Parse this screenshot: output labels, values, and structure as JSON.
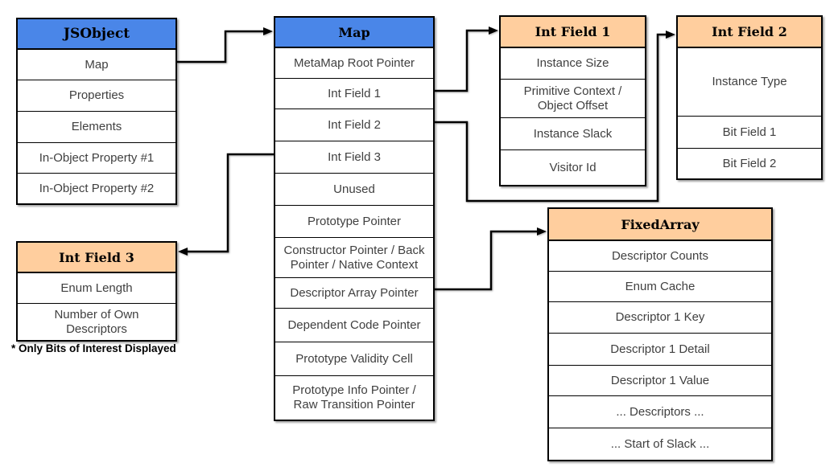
{
  "diagram": {
    "note": "* Only Bits of Interest Displayed",
    "colors": {
      "blue_header": "#4A86E8",
      "orange_header": "#FFCE9E",
      "border": "#000000",
      "row_text": "#404040",
      "background": "#FFFFFF"
    },
    "tables": [
      {
        "id": "jsobject",
        "title": "JSObject",
        "header_style": "blue",
        "rows": [
          "Map",
          "Properties",
          "Elements",
          "In-Object Property #1",
          "In-Object Property #2"
        ]
      },
      {
        "id": "map",
        "title": "Map",
        "header_style": "blue",
        "rows": [
          "MetaMap Root Pointer",
          "Int Field 1",
          "Int Field 2",
          "Int Field 3",
          "Unused",
          "Prototype Pointer",
          "Constructor Pointer / Back Pointer / Native Context",
          "Descriptor Array Pointer",
          "Dependent Code Pointer",
          "Prototype Validity Cell",
          "Prototype Info Pointer / Raw Transition Pointer"
        ]
      },
      {
        "id": "int-field-1",
        "title": "Int Field 1",
        "header_style": "orange",
        "rows": [
          "Instance Size",
          "Primitive Context / Object Offset",
          "Instance Slack",
          "Visitor Id"
        ]
      },
      {
        "id": "int-field-2",
        "title": "Int Field 2",
        "header_style": "orange",
        "rows": [
          "Instance Type",
          "Bit Field 1",
          "Bit Field 2"
        ]
      },
      {
        "id": "int-field-3",
        "title": "Int Field 3",
        "header_style": "orange",
        "rows": [
          "Enum Length",
          "Number of Own Descriptors"
        ]
      },
      {
        "id": "fixedarray",
        "title": "FixedArray",
        "header_style": "orange",
        "rows": [
          "Descriptor Counts",
          "Enum Cache",
          "Descriptor 1 Key",
          "Descriptor 1 Detail",
          "Descriptor 1 Value",
          "... Descriptors ...",
          "... Start of Slack ..."
        ]
      }
    ],
    "connections": [
      {
        "from": "JSObject / Map row",
        "to": "Map table"
      },
      {
        "from": "Map / Int Field 1 row",
        "to": "Int Field 1 table"
      },
      {
        "from": "Map / Int Field 2 row",
        "to": "Int Field 2 table"
      },
      {
        "from": "Map / Int Field 3 row",
        "to": "Int Field 3 table"
      },
      {
        "from": "Map / Descriptor Array Pointer row",
        "to": "FixedArray table"
      }
    ]
  }
}
